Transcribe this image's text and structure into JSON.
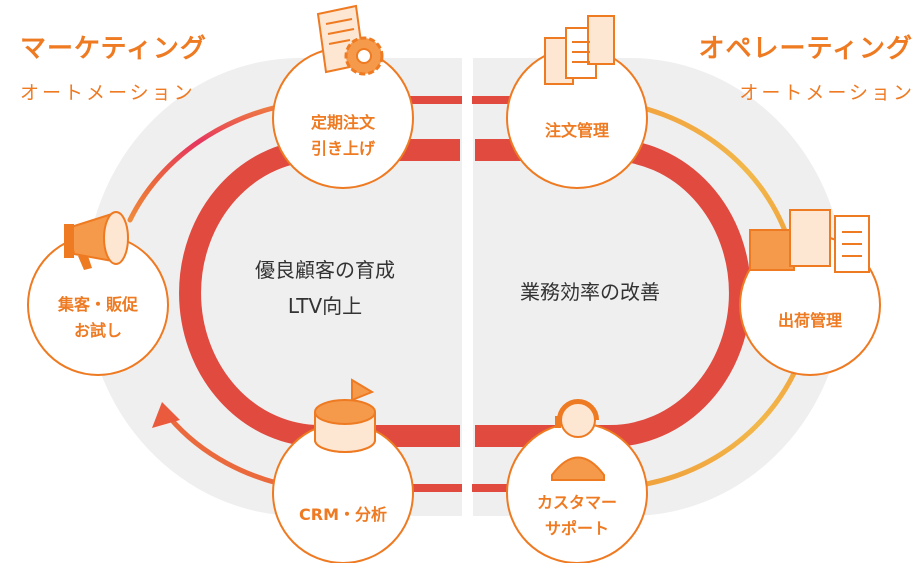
{
  "colors": {
    "accent": "#ee7a22",
    "ring_red": "#e04a3f",
    "bg_gray": "#efefef",
    "text_dark": "#333333"
  },
  "header_left": {
    "title": "マーケティング",
    "subtitle": "オートメーション"
  },
  "header_right": {
    "title": "オペレーティング",
    "subtitle": "オートメーション"
  },
  "center_left": {
    "line1": "優良顧客の育成",
    "line2": "LTV向上"
  },
  "center_right": {
    "line1": "業務効率の改善"
  },
  "nodes": {
    "subscription": {
      "line1": "定期注文",
      "line2": "引き上げ",
      "icon": "document-gear-icon"
    },
    "orders": {
      "line1": "注文管理",
      "icon": "clipboard-documents-icon"
    },
    "shipping": {
      "line1": "出荷管理",
      "icon": "boxes-checklist-icon"
    },
    "support": {
      "line1": "カスタマー",
      "line2": "サポート",
      "icon": "headset-operator-icon"
    },
    "crm": {
      "line1": "CRM・分析",
      "icon": "pie-chart-icon"
    },
    "acquisition": {
      "line1": "集客・販促",
      "line2": "お試し",
      "icon": "megaphone-icon"
    }
  }
}
